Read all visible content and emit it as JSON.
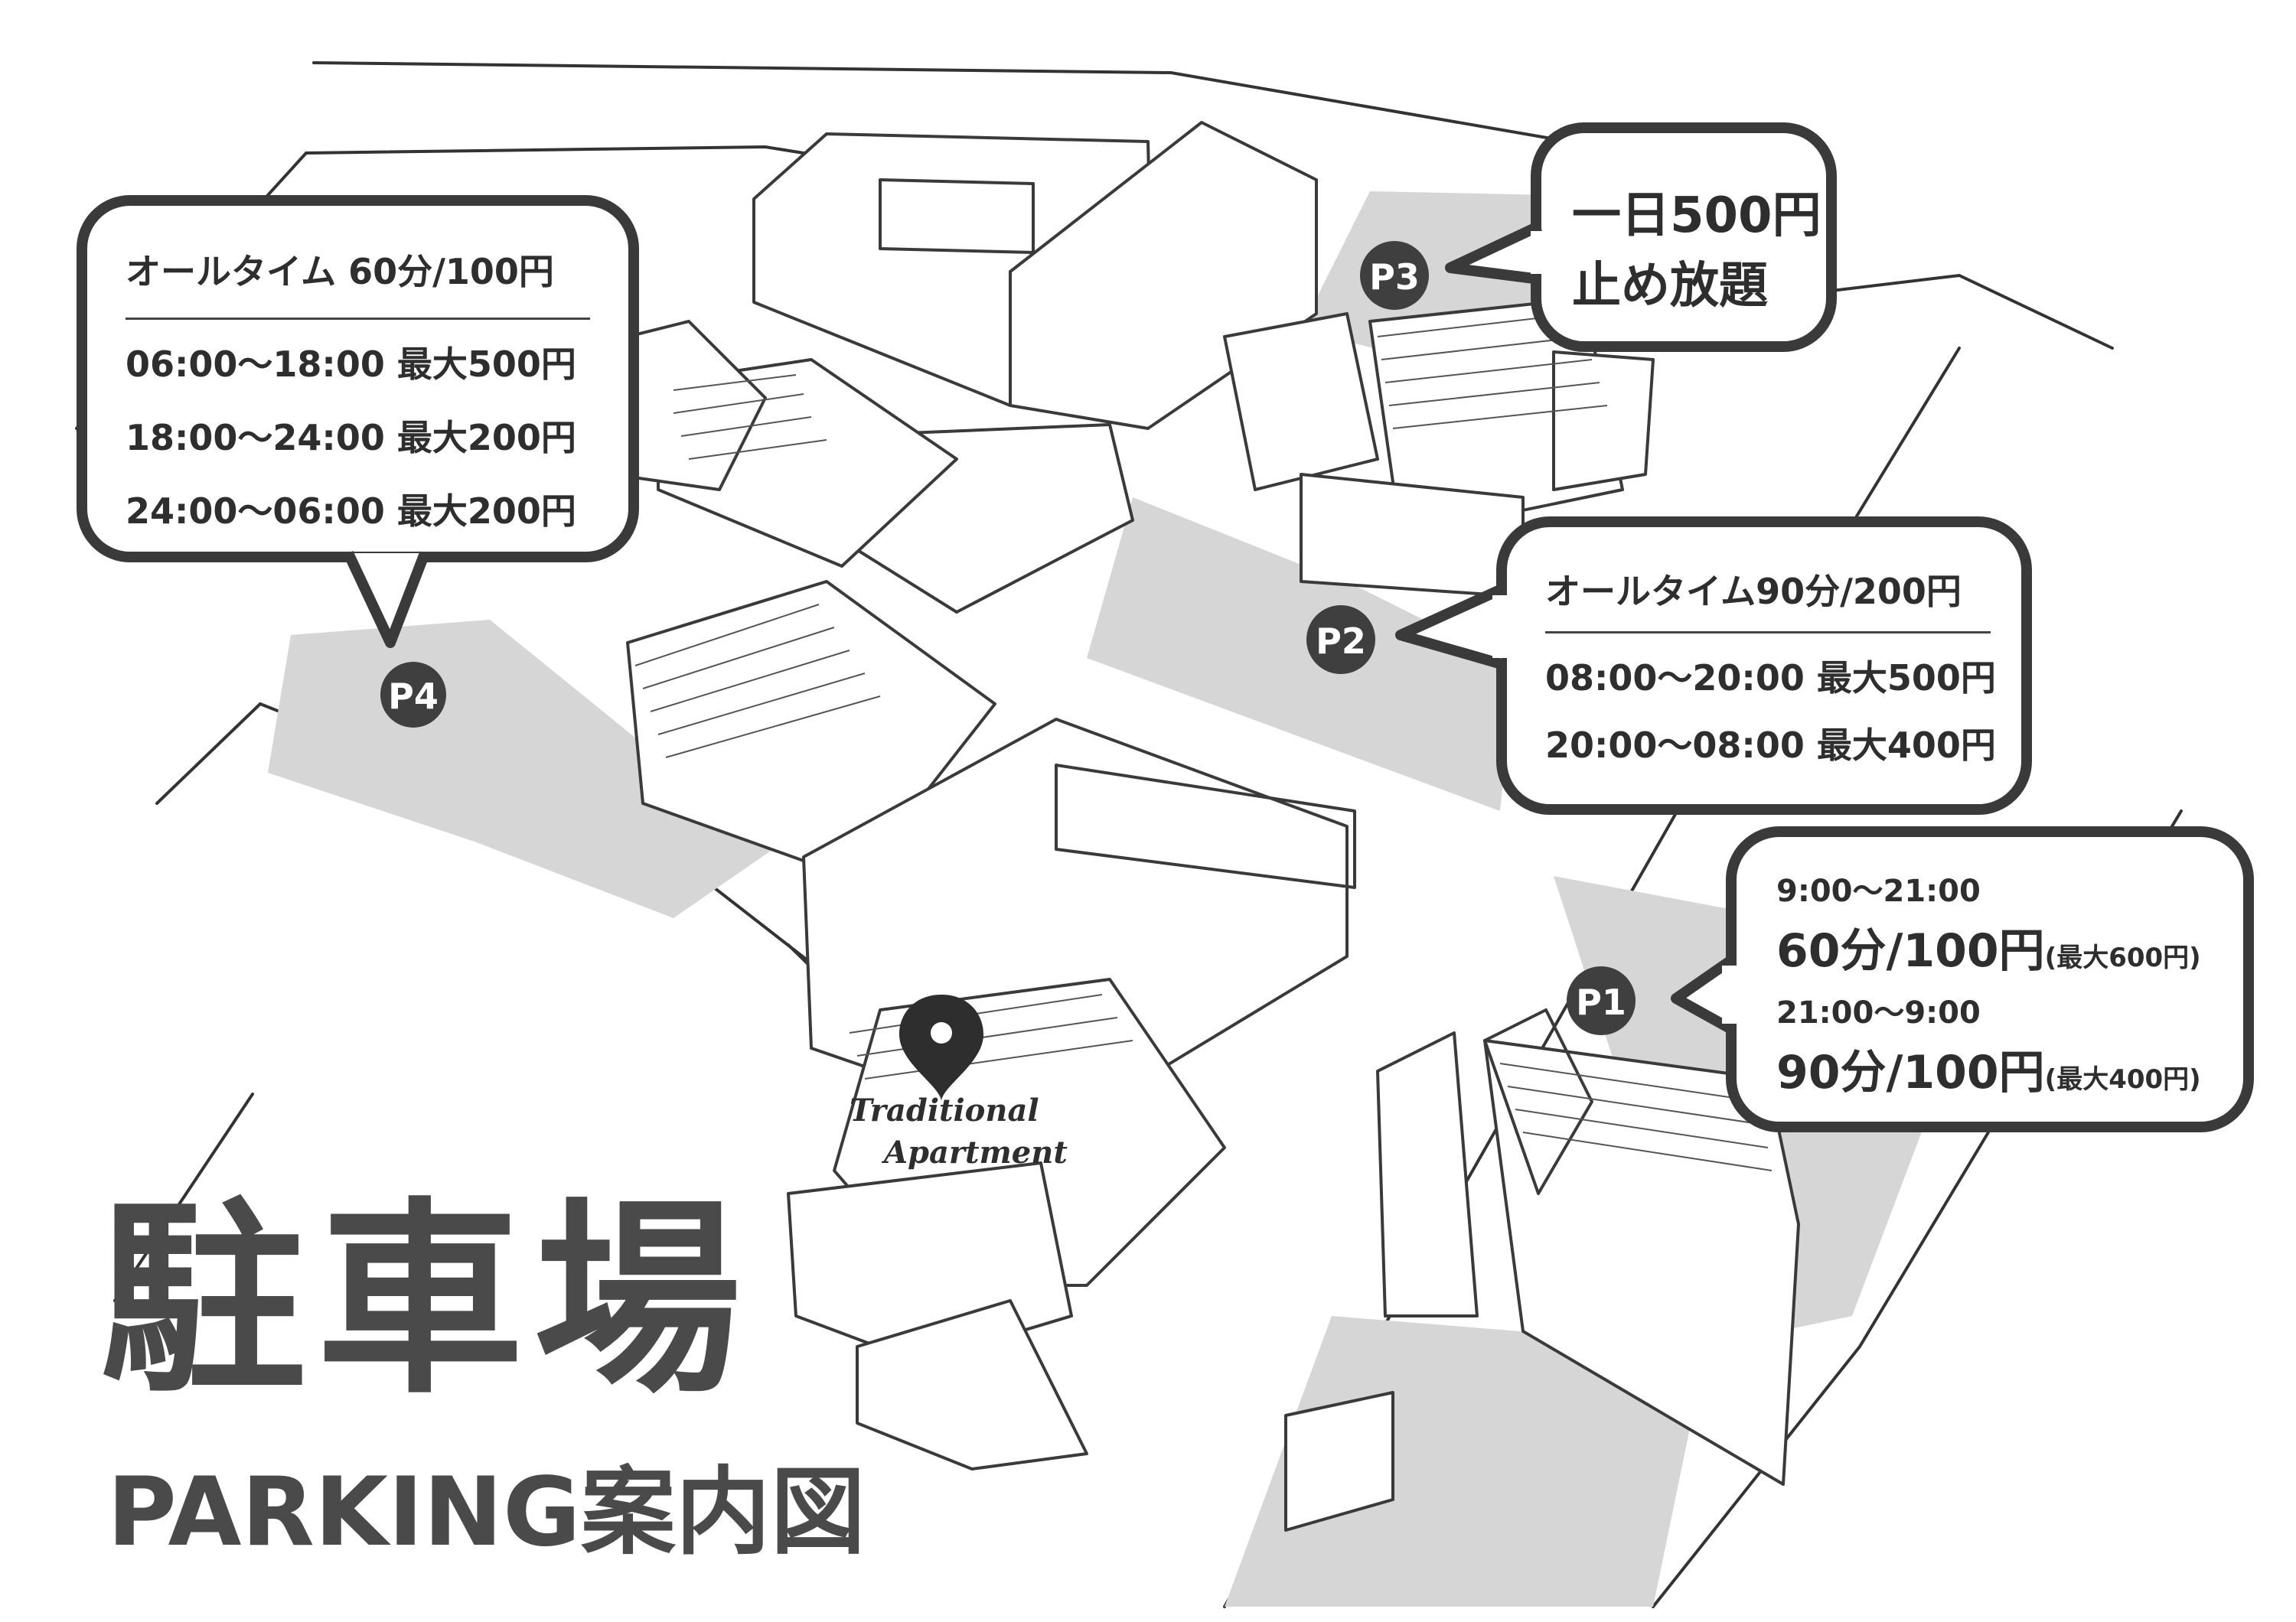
{
  "title": {
    "main": "駐車場",
    "sub": "PARKING案内図"
  },
  "landmark": {
    "line1": "Traditional",
    "line2": "Apartment",
    "icon": "location-pin-icon"
  },
  "lots": {
    "p1": {
      "marker": "P1",
      "line1": "9:00〜21:00",
      "line2": "60分/100円",
      "line2_note": "(最大600円)",
      "line3": "21:00〜9:00",
      "line4": "90分/100円",
      "line4_note": "(最大400円)"
    },
    "p2": {
      "marker": "P2",
      "header": "オールタイム90分/200円",
      "line1": "08:00〜20:00 最大500円",
      "line2": "20:00〜08:00 最大400円"
    },
    "p3": {
      "marker": "P3",
      "line1": "一日500円",
      "line2": "止め放題"
    },
    "p4": {
      "marker": "P4",
      "header": "オールタイム 60分/100円",
      "line1": "06:00〜18:00 最大500円",
      "line2": "18:00〜24:00 最大200円",
      "line3": "24:00〜06:00 最大200円"
    }
  },
  "colors": {
    "lot_fill": "#d6d6d6",
    "outline": "#3a3a3a",
    "marker": "#3f3f3f"
  }
}
